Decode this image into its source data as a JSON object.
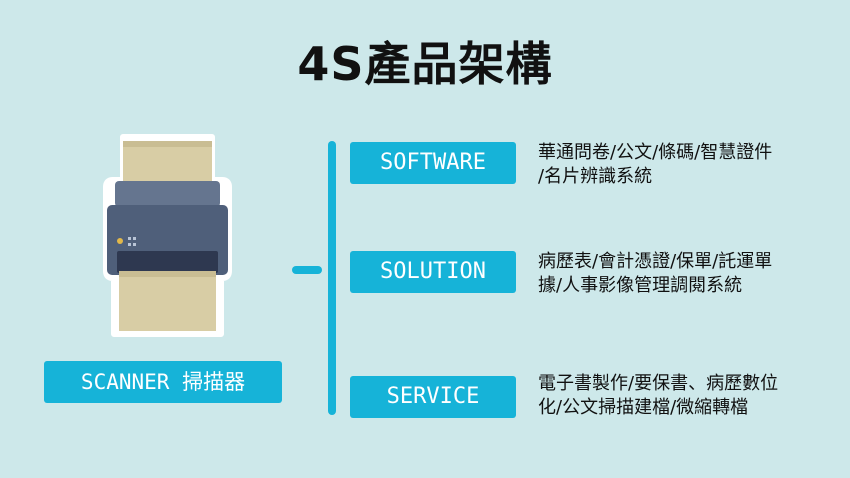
{
  "title": "4S產品架構",
  "scanner": {
    "label": "SCANNER 掃描器"
  },
  "categories": [
    {
      "label": "SOFTWARE",
      "description_lines": [
        "華通問卷/公文/條碼/智慧證件",
        "/名片辨識系統"
      ]
    },
    {
      "label": "SOLUTION",
      "description_lines": [
        "病歷表/會計憑證/保單/託運單",
        "據/人事影像管理調閱系統"
      ]
    },
    {
      "label": "SERVICE",
      "description_lines": [
        "電子書製作/要保書、病歷數位",
        "化/公文掃描建檔/微縮轉檔"
      ]
    }
  ],
  "colors": {
    "background": "#cde8ea",
    "accent": "#16b3d8",
    "printer_body": "#4f5f7a",
    "printer_top": "#65758f",
    "paper": "#d8cda5",
    "text": "#111111"
  },
  "icons": {
    "scanner": "printer-scanner-icon"
  }
}
